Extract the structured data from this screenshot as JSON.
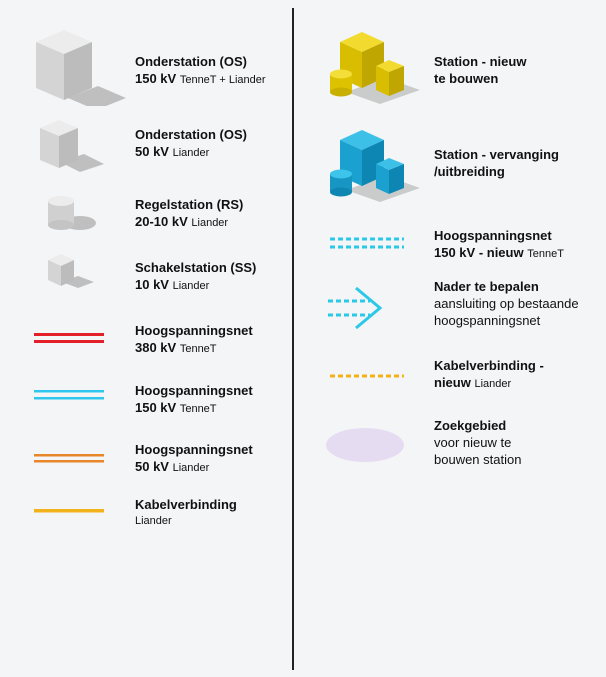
{
  "left": {
    "os150": {
      "title": "Onderstation (OS)",
      "value": "150 kV",
      "owner": "TenneT + Liander"
    },
    "os50": {
      "title": "Onderstation (OS)",
      "value": "50 kV",
      "owner": "Liander"
    },
    "rs": {
      "title": "Regelstation (RS)",
      "value": "20-10 kV",
      "owner": "Liander"
    },
    "ss": {
      "title": "Schakelstation (SS)",
      "value": "10 kV",
      "owner": "Liander"
    },
    "hs380": {
      "title": "Hoogspanningsnet",
      "value": "380 kV",
      "owner": "TenneT"
    },
    "hs150": {
      "title": "Hoogspanningsnet",
      "value": "150 kV",
      "owner": "TenneT"
    },
    "hs50": {
      "title": "Hoogspanningsnet",
      "value": "50 kV",
      "owner": "Liander"
    },
    "kabel": {
      "title": "Kabelverbinding",
      "owner": "Liander"
    }
  },
  "right": {
    "nieuw": {
      "line1": "Station - nieuw",
      "line2": "te bouwen"
    },
    "vervanging": {
      "line1": "Station - vervanging",
      "line2": "/uitbreiding"
    },
    "hs150nieuw": {
      "title": "Hoogspanningsnet",
      "value": "150 kV - nieuw",
      "owner": "TenneT"
    },
    "nader": {
      "title": "Nader te bepalen",
      "line2": "aansluiting op bestaande",
      "line3": "hoogspanningsnet"
    },
    "kabelnieuw": {
      "title": "Kabelverbinding -",
      "value": "nieuw",
      "owner": "Liander"
    },
    "zoek": {
      "title": "Zoekgebied",
      "line2": "voor nieuw te",
      "line3": "bouwen station"
    }
  },
  "colors": {
    "red": "#e3202a",
    "cyan_line": "#2fc6ef",
    "orange": "#e8862a",
    "amber": "#f2b21c",
    "yellow": "#e8cc00",
    "blue": "#1aa1cf",
    "cyan_dash": "#2bc8e8",
    "lavender": "#e6dcf2",
    "grey_box": "#d8d8d8"
  },
  "icons": {
    "os150": "large-grey-cube-icon",
    "os50": "medium-grey-cube-icon",
    "rs": "grey-cylinder-icon",
    "ss": "small-grey-cube-icon",
    "nieuw": "yellow-station-cluster-icon",
    "vervanging": "blue-station-cluster-icon",
    "nader": "dashed-arrow-icon",
    "zoek": "ellipse-area-icon"
  }
}
